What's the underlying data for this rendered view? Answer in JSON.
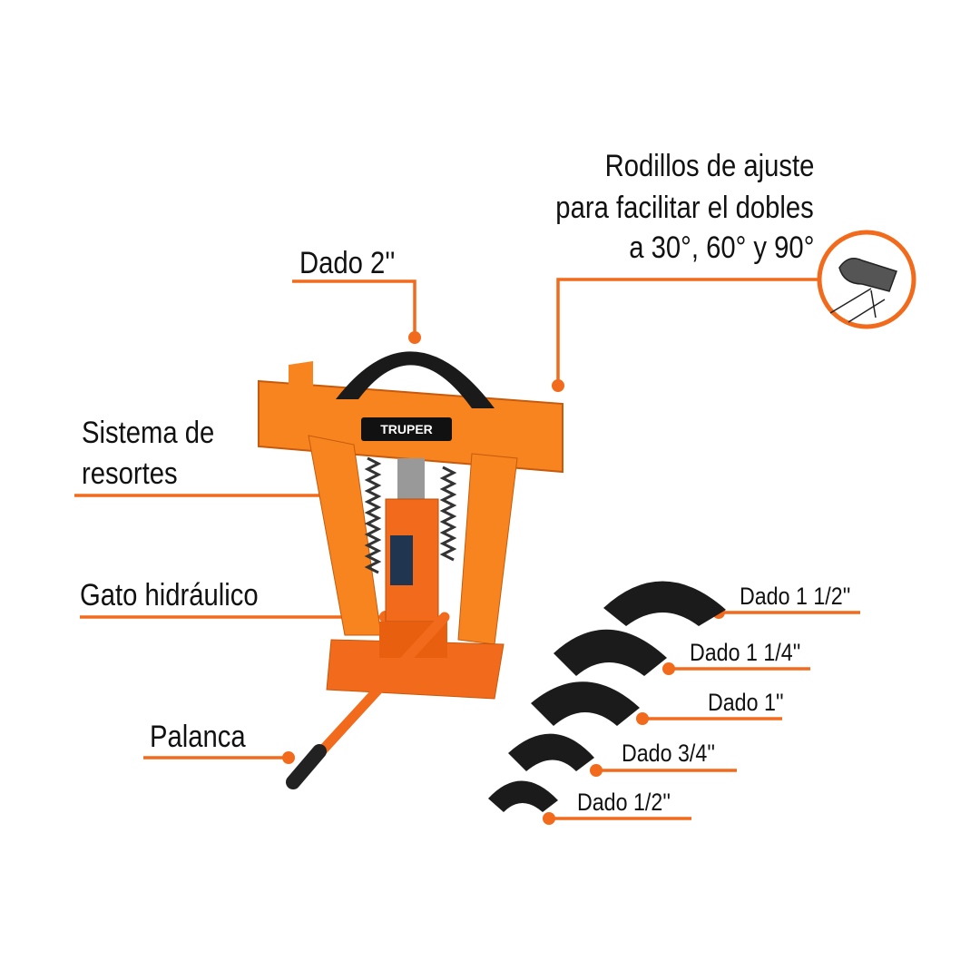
{
  "brand": "TRUPER",
  "accent_color": "#F26A1B",
  "labels": {
    "rodillos_1": "Rodillos de ajuste",
    "rodillos_2": "para facilitar el dobles",
    "rodillos_3": "a 30°, 60° y 90°",
    "dado_2": "Dado 2''",
    "sistema_1": "Sistema de",
    "sistema_2": "resortes",
    "gato": "Gato hidráulico",
    "palanca": "Palanca"
  },
  "dies": [
    {
      "label": "Dado 1 1/2''"
    },
    {
      "label": "Dado 1 1/4''"
    },
    {
      "label": "Dado 1''"
    },
    {
      "label": "Dado 3/4''"
    },
    {
      "label": "Dado 1/2''"
    }
  ]
}
